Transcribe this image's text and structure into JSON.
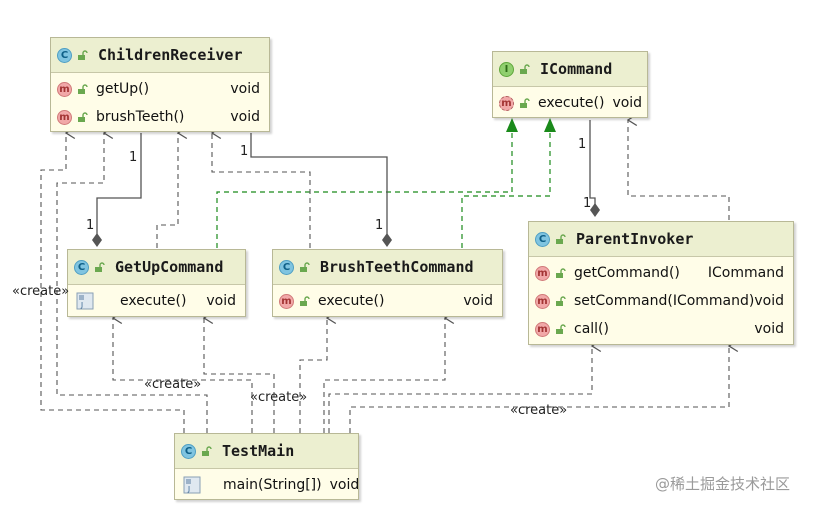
{
  "classes": {
    "children_receiver": {
      "name": "ChildrenReceiver",
      "kind": "C",
      "methods": [
        {
          "name": "getUp()",
          "type": "void"
        },
        {
          "name": "brushTeeth()",
          "type": "void"
        }
      ]
    },
    "icommand": {
      "name": "ICommand",
      "kind": "I",
      "methods": [
        {
          "name": "execute()",
          "type": "void"
        }
      ]
    },
    "getup_command": {
      "name": "GetUpCommand",
      "kind": "C",
      "methods": [
        {
          "name": "execute()",
          "type": "void"
        }
      ]
    },
    "brushteeth_command": {
      "name": "BrushTeethCommand",
      "kind": "C",
      "methods": [
        {
          "name": "execute()",
          "type": "void"
        }
      ]
    },
    "parent_invoker": {
      "name": "ParentInvoker",
      "kind": "C",
      "methods": [
        {
          "name": "getCommand()",
          "type": "ICommand"
        },
        {
          "name": "setCommand(ICommand)",
          "type": "void"
        },
        {
          "name": "call()",
          "type": "void"
        }
      ]
    },
    "test_main": {
      "name": "TestMain",
      "kind": "C",
      "methods": [
        {
          "name": "main(String[])",
          "type": "void"
        }
      ]
    }
  },
  "labels": {
    "create": "«create»",
    "create_left": "«create»",
    "create_mid": "«create»",
    "create_center": "«create»",
    "create_right": "«create»"
  },
  "multiplicity": {
    "getup_receiver": "1",
    "getup_command": "1",
    "brush_receiver": "1",
    "brush_command": "1",
    "invoker_icommand": "1",
    "invoker_self": "1"
  },
  "watermark": "@稀土掘金技术社区",
  "colors": {
    "class_bg": "#fffde8",
    "header_bg": "#ecefd0",
    "dependency_line": "#555555",
    "realization_line": "#1a8a1a",
    "aggregation_line": "#555555"
  }
}
